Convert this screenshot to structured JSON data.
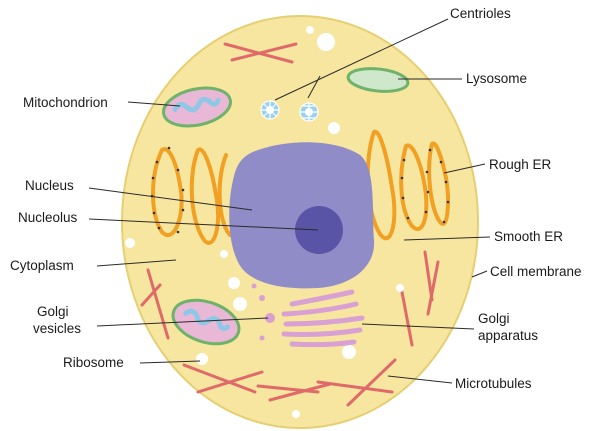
{
  "labels": {
    "centrioles": "Centrioles",
    "lysosome": "Lysosome",
    "mitochondrion": "Mitochondrion",
    "rough_er": "Rough ER",
    "nucleus": "Nucleus",
    "nucleolus": "Nucleolus",
    "smooth_er": "Smooth ER",
    "cytoplasm": "Cytoplasm",
    "cell_membrane": "Cell membrane",
    "golgi_vesicles_1": "Golgi",
    "golgi_vesicles_2": "vesicles",
    "golgi_apparatus_1": "Golgi",
    "golgi_apparatus_2": "apparatus",
    "ribosome": "Ribosome",
    "microtubules": "Microtubules"
  },
  "colors": {
    "cytoplasm": "#f7e69f",
    "membrane": "#e8d275",
    "nucleus": "#8f8cc8",
    "nucleolus": "#5a54a6",
    "er": "#f2a024",
    "mitochondrion_outer": "#6fb36a",
    "mitochondrion_inner": "#e9b8d6",
    "mitochondrion_cristae": "#8ec8e6",
    "lysosome_fill": "#cfe8cc",
    "golgi": "#d9a0d4",
    "microtubules": "#e06a6a",
    "centrioles": "#9ad2ee"
  }
}
